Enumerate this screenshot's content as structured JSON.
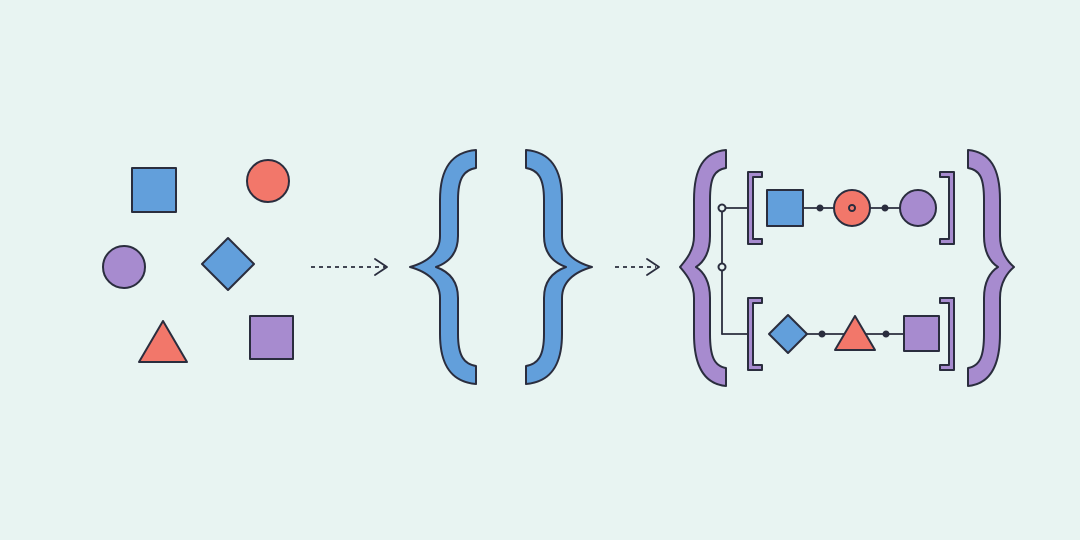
{
  "colors": {
    "background": "#E8F4F2",
    "blue": "#629FDB",
    "red": "#F2776A",
    "purple": "#A78BCF",
    "stroke": "#2A2D3E"
  },
  "stages": {
    "scattered_shapes": [
      "blue-square",
      "red-circle",
      "purple-circle",
      "blue-diamond",
      "red-triangle",
      "purple-square"
    ],
    "empty_container": "curly-braces",
    "organized_container": {
      "outer": "curly-braces",
      "groups": [
        {
          "bracket": "square-brackets",
          "items": [
            "blue-square",
            "red-circle",
            "purple-circle"
          ]
        },
        {
          "bracket": "square-brackets",
          "items": [
            "blue-diamond",
            "red-triangle",
            "purple-square"
          ]
        }
      ]
    }
  },
  "arrows": [
    "dotted-arrow",
    "dotted-arrow"
  ]
}
